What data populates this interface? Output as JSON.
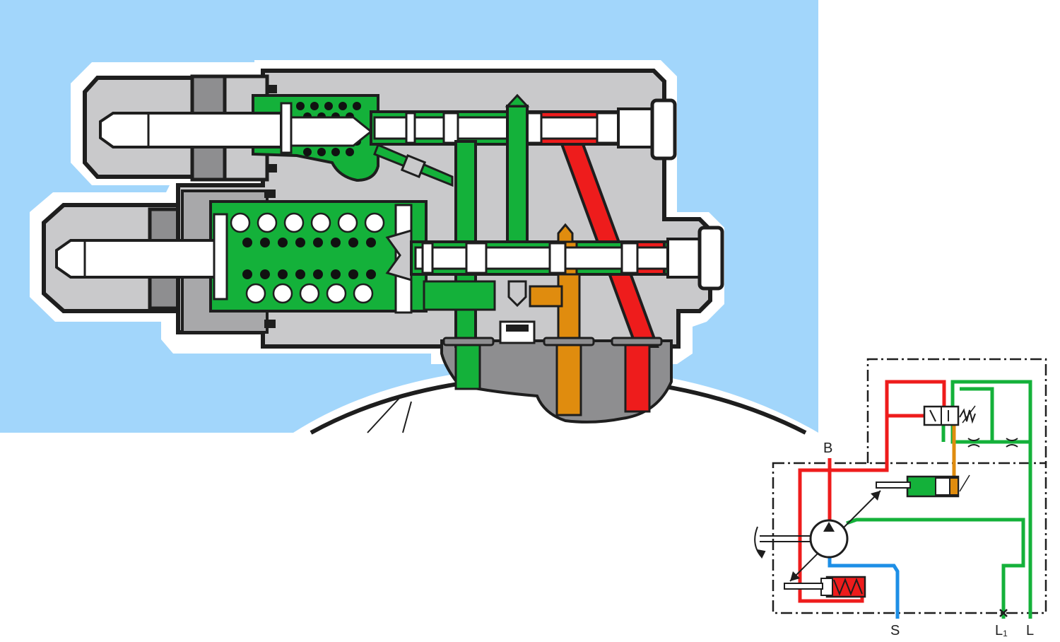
{
  "colors": {
    "background_sky": "#a2d6fb",
    "housing": "#c9c9cb",
    "housing_dark": "#8e8e90",
    "outline": "#1e1e1e",
    "pilot_green": "#14b13a",
    "pressure_red": "#ee1c1c",
    "control_orange": "#e08c0e",
    "suction_blue": "#1d8fe6",
    "spring_dark": "#111111",
    "spool_white": "#ffffff"
  },
  "icons": {
    "pump": "variable-displacement-pump-icon",
    "valve": "pressure-cutoff-valve-icon",
    "spring": "spring-icon",
    "orifice": "orifice-icon",
    "drive_shaft": "rotation-arrow-icon"
  },
  "schematic": {
    "ports": {
      "b": "B",
      "s": "S",
      "l1_main": "L",
      "l1_sub": "1",
      "l": "L"
    }
  }
}
